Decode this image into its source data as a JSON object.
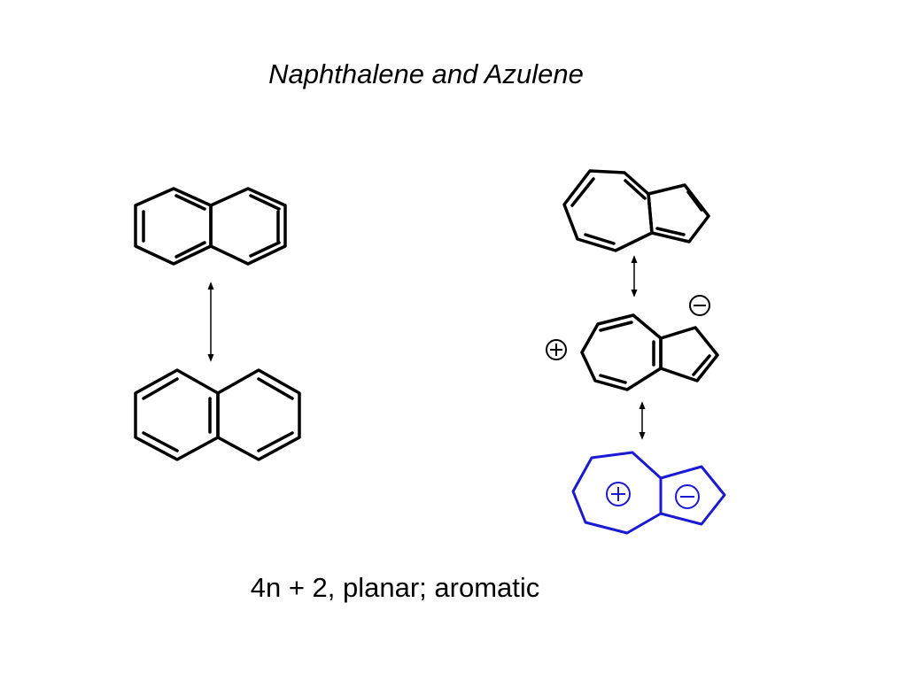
{
  "slide": {
    "title": "Naphthalene and Azulene",
    "caption": "4n + 2, planar; aromatic"
  },
  "colors": {
    "background": "#ffffff",
    "structure_stroke": "#000000",
    "highlight_stroke": "#1a1ad6"
  },
  "structures": [
    {
      "name": "naphthalene-kekule-1",
      "molecule": "naphthalene"
    },
    {
      "name": "naphthalene-kekule-2",
      "molecule": "naphthalene"
    },
    {
      "name": "azulene-neutral",
      "molecule": "azulene"
    },
    {
      "name": "azulene-zwitterion",
      "molecule": "azulene",
      "charges": [
        "plus-sign-icon",
        "minus-sign-icon"
      ]
    },
    {
      "name": "azulene-aromatic-ions",
      "molecule": "azulene",
      "charges": [
        "plus-sign-icon",
        "minus-sign-icon"
      ]
    }
  ],
  "arrows": [
    {
      "name": "resonance-arrow-naphthalene",
      "symbol": "double-headed-arrow-icon"
    },
    {
      "name": "resonance-arrow-azulene-1",
      "symbol": "double-headed-arrow-icon"
    },
    {
      "name": "resonance-arrow-azulene-2",
      "symbol": "double-headed-arrow-icon"
    }
  ]
}
